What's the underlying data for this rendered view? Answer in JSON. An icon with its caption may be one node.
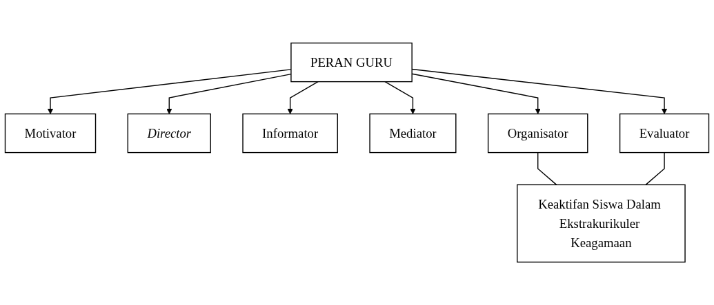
{
  "diagram": {
    "nodes": [
      {
        "text": [
          "PERAN GURU"
        ]
      },
      {
        "text": [
          "Motivator"
        ]
      },
      {
        "text": [
          "Director"
        ]
      },
      {
        "text": [
          "Informator"
        ]
      },
      {
        "text": [
          "Mediator"
        ]
      },
      {
        "text": [
          "Organisator"
        ]
      },
      {
        "text": [
          "Evaluator"
        ]
      },
      {
        "text": [
          "Keaktifan Siswa Dalam Ekstrakurikuler Keagamaan"
        ]
      }
    ],
    "edges": [
      {
        "from": 0,
        "to": 1,
        "arrow": "to"
      },
      {
        "from": 0,
        "to": 3,
        "arrow": "to"
      },
      {
        "from": 0,
        "to": 5,
        "arrow": "to"
      },
      {
        "from": 0,
        "to": 2,
        "arrow": "to"
      },
      {
        "from": 0,
        "to": 4,
        "arrow": "to"
      },
      {
        "from": 0,
        "to": 6,
        "arrow": "to"
      },
      {
        "from": 5,
        "to": 7,
        "arrow": "none"
      },
      {
        "from": 6,
        "to": 7,
        "arrow": "none"
      }
    ]
  }
}
